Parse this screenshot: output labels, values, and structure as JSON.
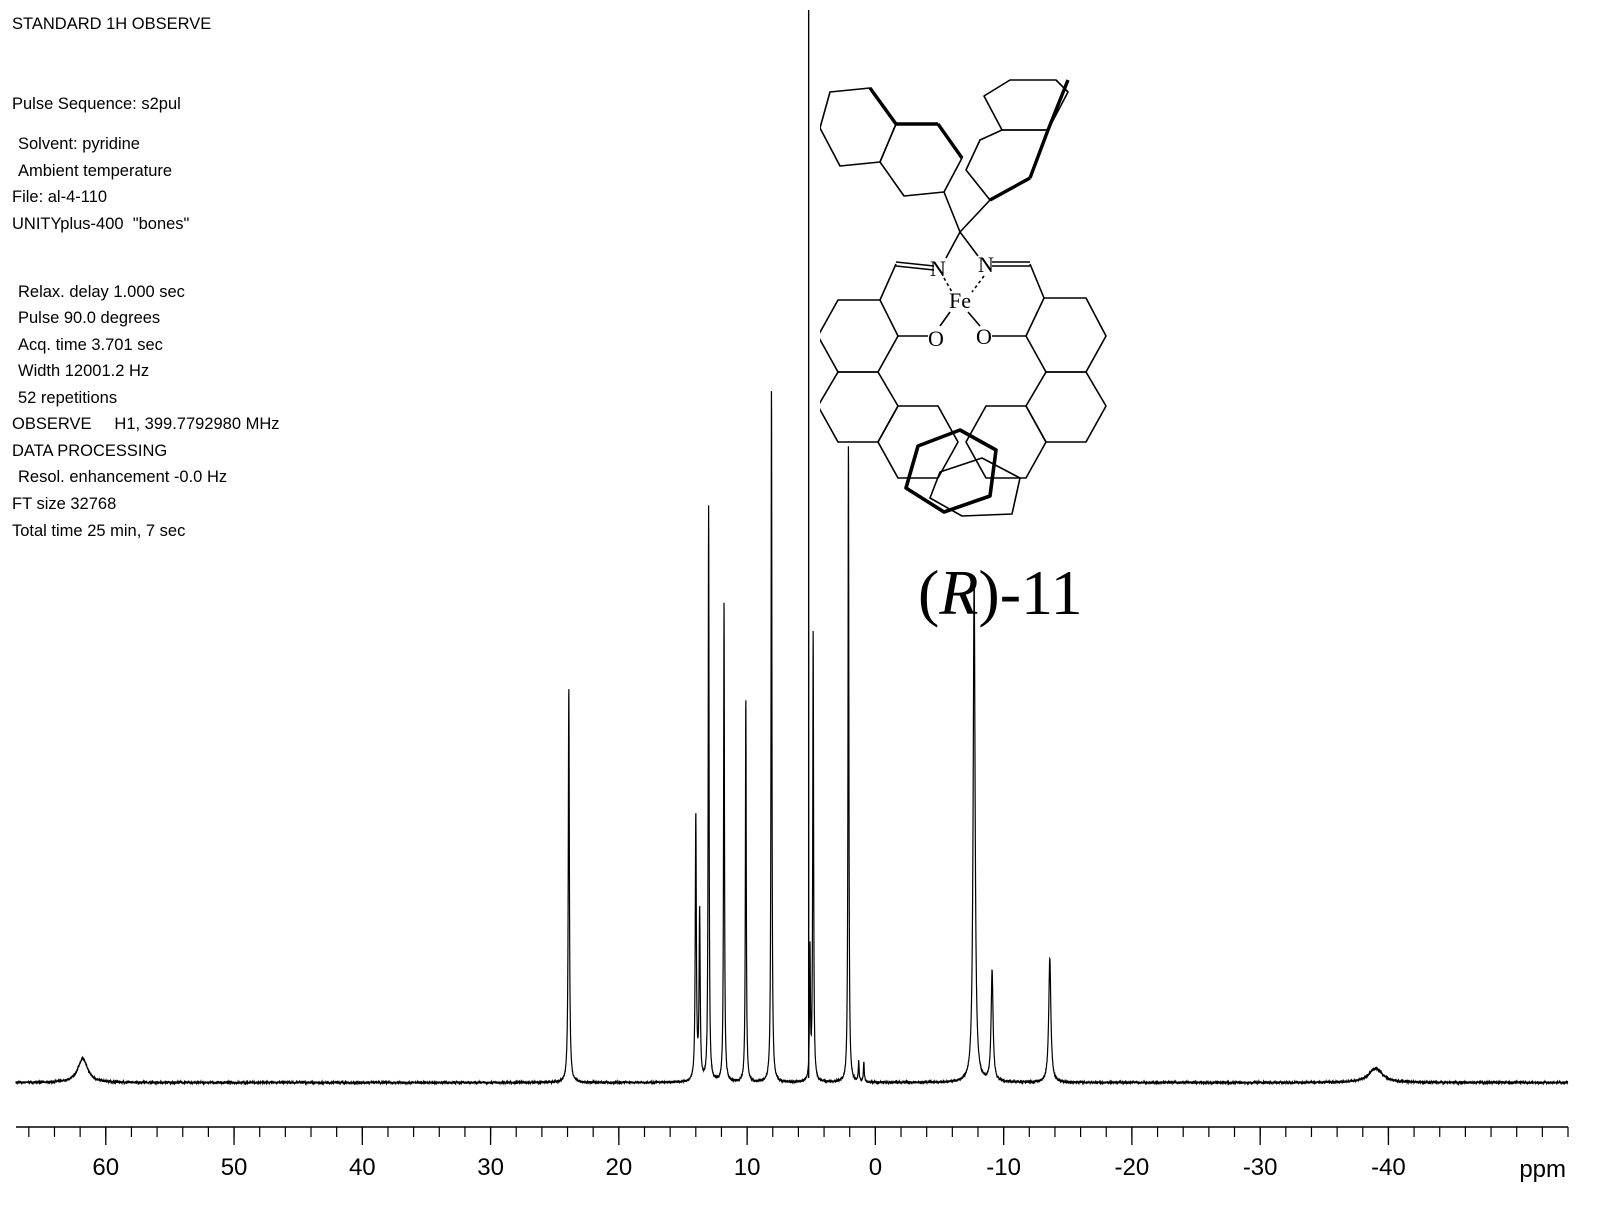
{
  "parameters": {
    "title": "STANDARD 1H OBSERVE",
    "lines": [
      {
        "text": "Pulse Sequence: s2pul",
        "indent": false
      },
      {
        "text": "Solvent: pyridine",
        "indent": true
      },
      {
        "text": "Ambient temperature",
        "indent": true
      },
      {
        "text": "File: al-4-110",
        "indent": false
      },
      {
        "text": "UNITYplus-400  \"bones\"",
        "indent": false
      },
      {
        "text": "Relax. delay 1.000 sec",
        "indent": true
      },
      {
        "text": "Pulse 90.0 degrees",
        "indent": true
      },
      {
        "text": "Acq. time 3.701 sec",
        "indent": true
      },
      {
        "text": "Width 12001.2 Hz",
        "indent": true
      },
      {
        "text": "52 repetitions",
        "indent": true
      },
      {
        "text": "OBSERVE     H1, 399.7792980 MHz",
        "indent": false
      },
      {
        "text": "DATA PROCESSING",
        "indent": false
      },
      {
        "text": "Resol. enhancement -0.0 Hz",
        "indent": true
      },
      {
        "text": "FT size 32768",
        "indent": false
      },
      {
        "text": "Total time 25 min, 7 sec",
        "indent": false
      }
    ]
  },
  "compound": {
    "label_open": "(",
    "label_italic": "R",
    "label_close": ")-11",
    "atoms": {
      "n_left": "N",
      "n_right": "N",
      "fe": "Fe",
      "o_left": "O",
      "o_right": "O"
    }
  },
  "chart_data": {
    "type": "line",
    "xlabel": "ppm",
    "xlim": [
      67,
      -54
    ],
    "ylim": [
      0,
      100
    ],
    "x_reversed": true,
    "grid": false,
    "major_ticks": [
      60,
      50,
      40,
      30,
      20,
      10,
      0,
      -10,
      -20,
      -30,
      -40
    ],
    "tick_labels": [
      "60",
      "50",
      "40",
      "30",
      "20",
      "10",
      "0",
      "-10",
      "-20",
      "-30",
      "-40"
    ],
    "minor_tick_step": 2,
    "baseline": 2.0,
    "peaks": [
      {
        "x": 61.8,
        "height": 3.6,
        "width": 0.45
      },
      {
        "x": 23.9,
        "height": 59.0,
        "width": 0.05
      },
      {
        "x": 14.0,
        "height": 39.5,
        "width": 0.05
      },
      {
        "x": 13.7,
        "height": 25.0,
        "width": 0.05
      },
      {
        "x": 13.0,
        "height": 86.0,
        "width": 0.04
      },
      {
        "x": 11.8,
        "height": 71.5,
        "width": 0.04
      },
      {
        "x": 10.1,
        "height": 57.5,
        "width": 0.04
      },
      {
        "x": 8.1,
        "height": 104.0,
        "width": 0.04
      },
      {
        "x": 5.1,
        "height": 19.5,
        "width": 0.04
      },
      {
        "x": 4.85,
        "height": 67.0,
        "width": 0.04
      },
      {
        "x": 2.1,
        "height": 96.0,
        "width": 0.04
      },
      {
        "x": 1.3,
        "height": 3.0,
        "width": 0.04
      },
      {
        "x": 0.9,
        "height": 3.0,
        "width": 0.04
      },
      {
        "x": -7.7,
        "height": 75.0,
        "width": 0.09
      },
      {
        "x": -9.1,
        "height": 16.5,
        "width": 0.09
      },
      {
        "x": -13.6,
        "height": 18.5,
        "width": 0.1
      },
      {
        "x": -39.0,
        "height": 2.1,
        "width": 0.65
      }
    ],
    "solvent_line_x": 5.2
  }
}
